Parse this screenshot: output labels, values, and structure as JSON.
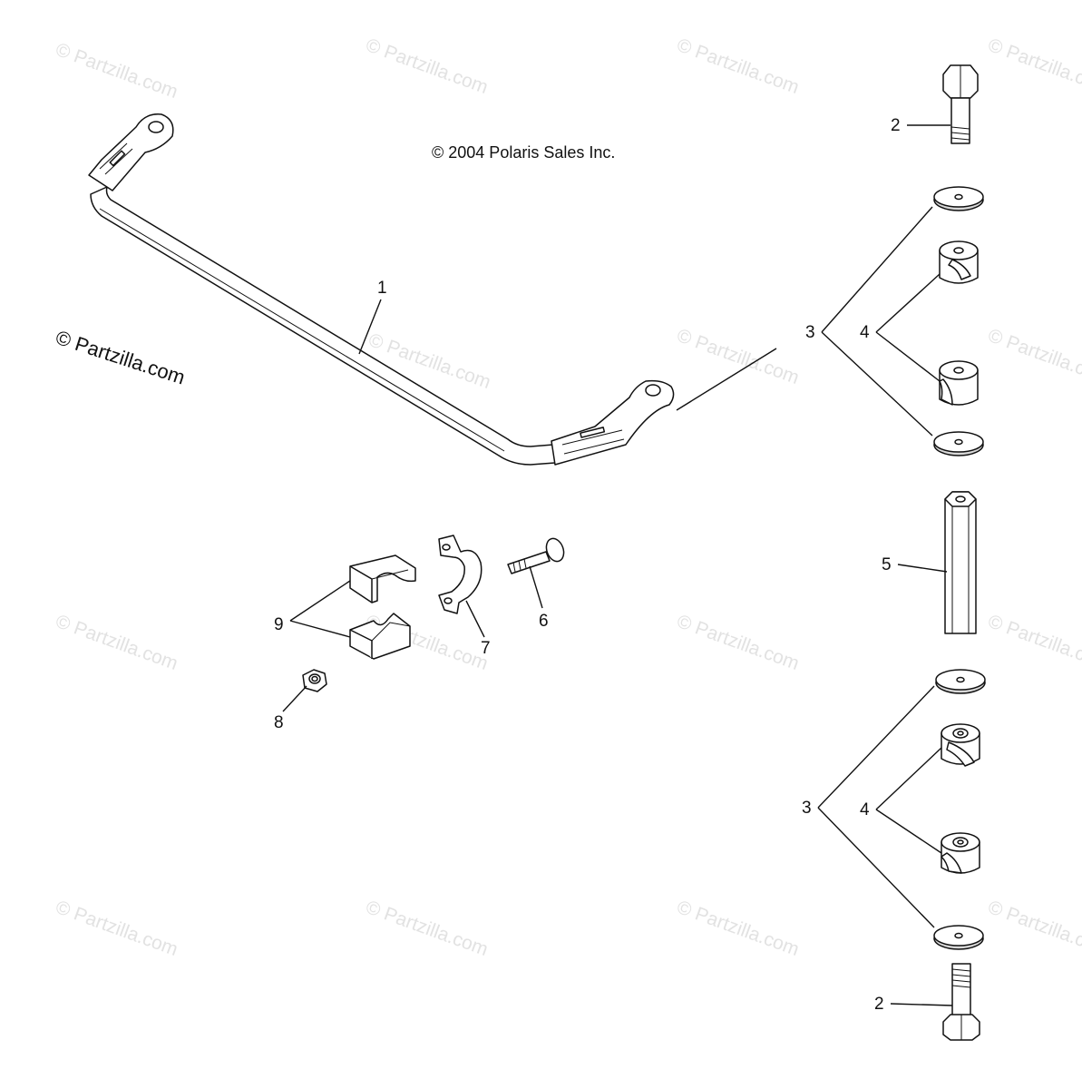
{
  "copyright": "© 2004 Polaris Sales Inc.",
  "watermark_main": "© Partzilla.com",
  "watermark_faint": "© Partzilla.com",
  "callouts": {
    "n1": "1",
    "n2_top": "2",
    "n2_bottom": "2",
    "n3_top": "3",
    "n3_bottom": "3",
    "n4_top": "4",
    "n4_bottom": "4",
    "n5": "5",
    "n6": "6",
    "n7": "7",
    "n8": "8",
    "n9": "9"
  }
}
